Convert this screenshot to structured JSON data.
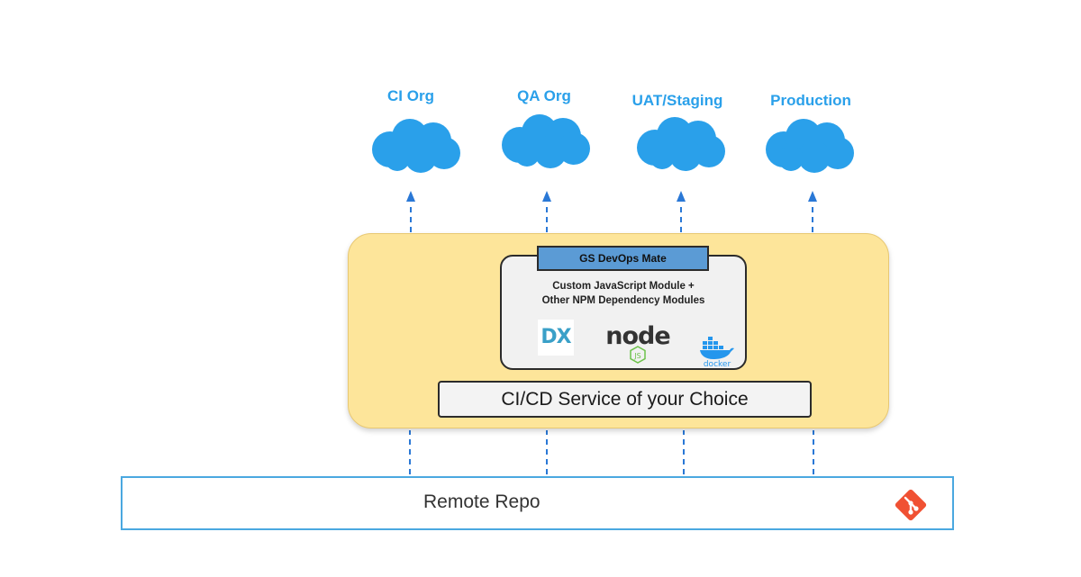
{
  "environments": [
    {
      "label": "CI Org"
    },
    {
      "label": "QA Org"
    },
    {
      "label": "UAT/Staging"
    },
    {
      "label": "Production"
    }
  ],
  "platform": {
    "tool_name": "GS DevOps Mate",
    "modules_line1": "Custom JavaScript Module +",
    "modules_line2": "Other NPM Dependency Modules",
    "logos": [
      {
        "icon": "dx-logo-icon",
        "text": "DX"
      },
      {
        "icon": "nodejs-logo-icon",
        "text": "node",
        "badge": "JS"
      },
      {
        "icon": "docker-logo-icon",
        "text": "docker"
      }
    ],
    "service_label": "CI/CD Service of your Choice"
  },
  "repo": {
    "label": "Remote Repo",
    "icon": "git-logo-icon"
  },
  "colors": {
    "cloud": "#2aa0ea",
    "arrow": "#2a78d6",
    "platform_fill": "#fde59a",
    "header_fill": "#5b9bd5",
    "repo_border": "#4aa8e0"
  }
}
